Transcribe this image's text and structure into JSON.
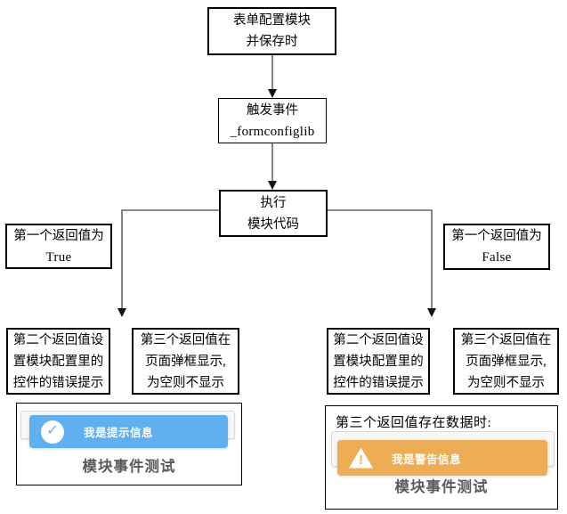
{
  "colors": {
    "toast_info_background": "#60AFF0",
    "toast_warning_background": "#ECAD55",
    "box_border": "#000000",
    "caption_text": "#5a5a5a"
  },
  "nodes": {
    "start": {
      "lines": [
        "表单配置模块",
        "并保存时"
      ]
    },
    "trigger": {
      "lines": [
        "触发事件",
        "_formconfiglib"
      ]
    },
    "exec": {
      "lines": [
        "执行",
        "模块代码"
      ]
    },
    "branch_true": {
      "lines": [
        "第一个返回值为",
        "True"
      ]
    },
    "branch_false": {
      "lines": [
        "第一个返回值为",
        "False"
      ]
    },
    "second_return_left": {
      "lines": [
        "第二个返回值设",
        "置模块配置里的",
        "控件的错误提示"
      ]
    },
    "third_return_left": {
      "lines": [
        "第三个返回值在",
        "页面弹框显示,",
        "为空则不显示"
      ]
    },
    "second_return_right": {
      "lines": [
        "第二个返回值设",
        "置模块配置里的",
        "控件的错误提示"
      ]
    },
    "third_return_right": {
      "lines": [
        "第三个返回值在",
        "页面弹框显示,",
        "为空则不显示"
      ]
    }
  },
  "preview_info": {
    "toast_message": "我是提示信息",
    "check_icon": "✓",
    "caption": "模块事件测试"
  },
  "preview_warning": {
    "heading": "第三个返回值存在数据时:",
    "toast_message": "我是警告信息",
    "warning_icon": "!",
    "caption": "模块事件测试"
  }
}
